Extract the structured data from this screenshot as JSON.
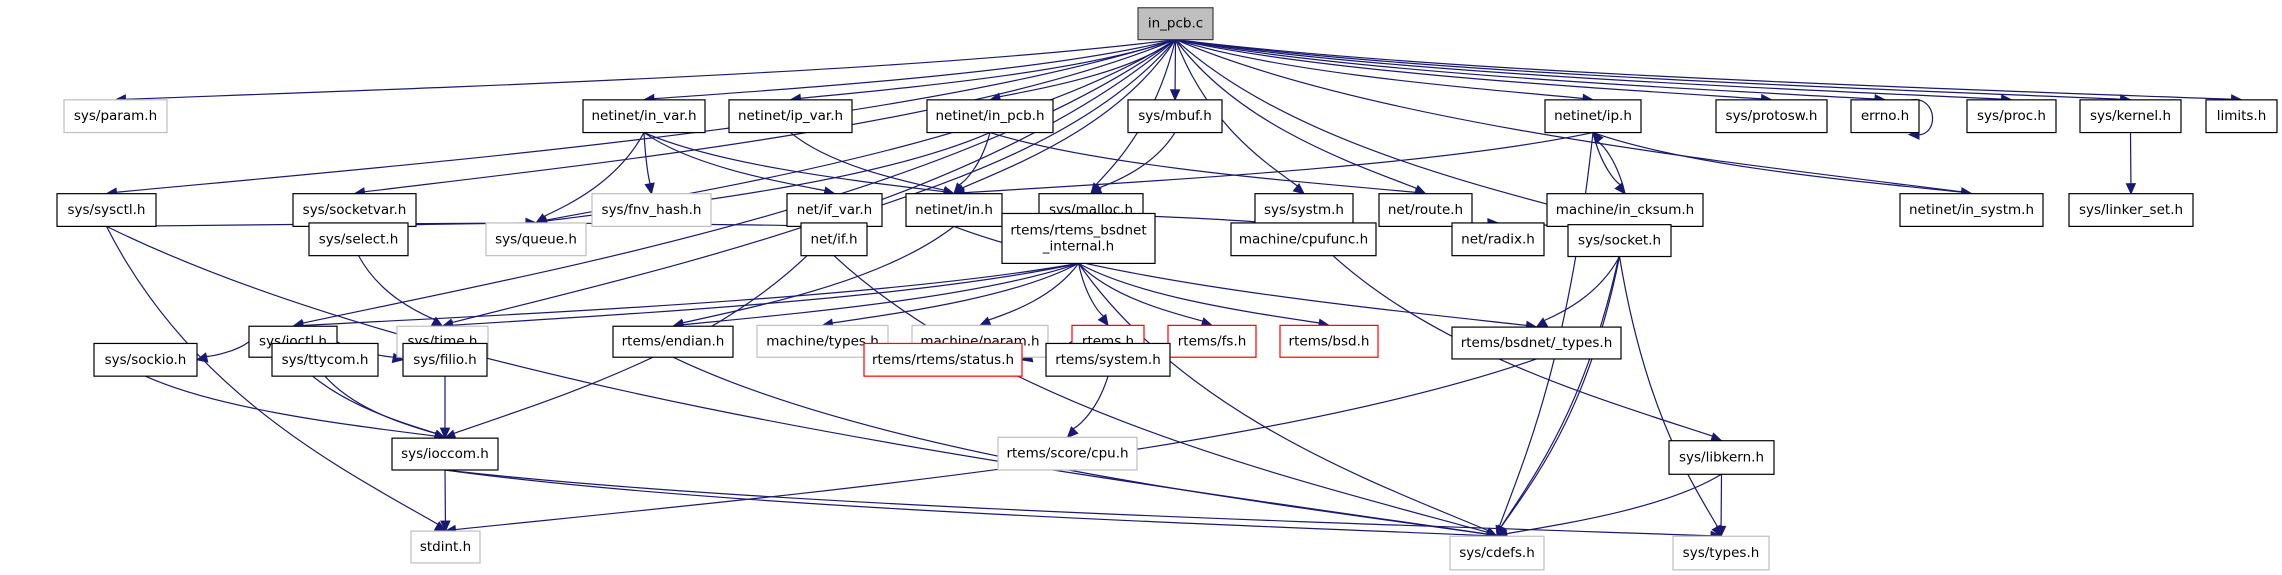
{
  "title": "in_pcb.c include dependency graph",
  "colors": {
    "edge": "#191970",
    "root_fill": "#bfbfbf",
    "root_border": "#404040",
    "documented_border": "#000000",
    "undocumented_border": "#bfbfbf",
    "missing_border": "#ff0000",
    "node_fill": "#ffffff"
  },
  "nodes": [
    {
      "id": "in_pcb_c",
      "label": "in_pcb.c",
      "kind": "root"
    },
    {
      "id": "sys_param",
      "label": "sys/param.h",
      "kind": "undocumented"
    },
    {
      "id": "netinet_in_var",
      "label": "netinet/in_var.h",
      "kind": "documented"
    },
    {
      "id": "netinet_ip_var",
      "label": "netinet/ip_var.h",
      "kind": "documented"
    },
    {
      "id": "netinet_in_pcb",
      "label": "netinet/in_pcb.h",
      "kind": "documented"
    },
    {
      "id": "sys_mbuf",
      "label": "sys/mbuf.h",
      "kind": "documented"
    },
    {
      "id": "netinet_ip",
      "label": "netinet/ip.h",
      "kind": "documented"
    },
    {
      "id": "sys_protosw",
      "label": "sys/protosw.h",
      "kind": "documented"
    },
    {
      "id": "errno",
      "label": "errno.h",
      "kind": "documented"
    },
    {
      "id": "sys_proc",
      "label": "sys/proc.h",
      "kind": "documented"
    },
    {
      "id": "sys_kernel",
      "label": "sys/kernel.h",
      "kind": "documented"
    },
    {
      "id": "limits",
      "label": "limits.h",
      "kind": "documented"
    },
    {
      "id": "sys_sysctl",
      "label": "sys/sysctl.h",
      "kind": "documented"
    },
    {
      "id": "sys_socketvar",
      "label": "sys/socketvar.h",
      "kind": "documented"
    },
    {
      "id": "sys_fnv_hash",
      "label": "sys/fnv_hash.h",
      "kind": "undocumented"
    },
    {
      "id": "net_if_var",
      "label": "net/if_var.h",
      "kind": "documented"
    },
    {
      "id": "netinet_in",
      "label": "netinet/in.h",
      "kind": "documented"
    },
    {
      "id": "sys_malloc",
      "label": "sys/malloc.h",
      "kind": "documented"
    },
    {
      "id": "sys_systm",
      "label": "sys/systm.h",
      "kind": "documented"
    },
    {
      "id": "net_route",
      "label": "net/route.h",
      "kind": "documented"
    },
    {
      "id": "machine_in_cksum",
      "label": "machine/in_cksum.h",
      "kind": "documented"
    },
    {
      "id": "netinet_in_systm",
      "label": "netinet/in_systm.h",
      "kind": "documented"
    },
    {
      "id": "sys_linker_set",
      "label": "sys/linker_set.h",
      "kind": "documented"
    },
    {
      "id": "sys_select",
      "label": "sys/select.h",
      "kind": "documented"
    },
    {
      "id": "sys_queue",
      "label": "sys/queue.h",
      "kind": "undocumented"
    },
    {
      "id": "net_if",
      "label": "net/if.h",
      "kind": "documented"
    },
    {
      "id": "rtems_bsdnet_internal",
      "label": "rtems/rtems_bsdnet\n_internal.h",
      "kind": "documented"
    },
    {
      "id": "machine_cpufunc",
      "label": "machine/cpufunc.h",
      "kind": "documented"
    },
    {
      "id": "net_radix",
      "label": "net/radix.h",
      "kind": "documented"
    },
    {
      "id": "sys_socket",
      "label": "sys/socket.h",
      "kind": "documented"
    },
    {
      "id": "sys_ioctl",
      "label": "sys/ioctl.h",
      "kind": "documented"
    },
    {
      "id": "sys_time",
      "label": "sys/time.h",
      "kind": "undocumented"
    },
    {
      "id": "rtems_endian",
      "label": "rtems/endian.h",
      "kind": "documented"
    },
    {
      "id": "machine_types",
      "label": "machine/types.h",
      "kind": "undocumented"
    },
    {
      "id": "machine_param",
      "label": "machine/param.h",
      "kind": "undocumented"
    },
    {
      "id": "rtems_h",
      "label": "rtems.h",
      "kind": "missing"
    },
    {
      "id": "rtems_fs",
      "label": "rtems/fs.h",
      "kind": "missing"
    },
    {
      "id": "rtems_bsd",
      "label": "rtems/bsd.h",
      "kind": "missing"
    },
    {
      "id": "rtems_bsdnet_types",
      "label": "rtems/bsdnet/_types.h",
      "kind": "documented"
    },
    {
      "id": "sys_sockio",
      "label": "sys/sockio.h",
      "kind": "documented"
    },
    {
      "id": "sys_ttycom",
      "label": "sys/ttycom.h",
      "kind": "documented"
    },
    {
      "id": "sys_filio",
      "label": "sys/filio.h",
      "kind": "documented"
    },
    {
      "id": "rtems_rtems_status",
      "label": "rtems/rtems/status.h",
      "kind": "missing"
    },
    {
      "id": "rtems_system",
      "label": "rtems/system.h",
      "kind": "documented"
    },
    {
      "id": "sys_ioccom",
      "label": "sys/ioccom.h",
      "kind": "documented"
    },
    {
      "id": "rtems_score_cpu",
      "label": "rtems/score/cpu.h",
      "kind": "undocumented"
    },
    {
      "id": "sys_libkern",
      "label": "sys/libkern.h",
      "kind": "documented"
    },
    {
      "id": "stdint",
      "label": "stdint.h",
      "kind": "undocumented"
    },
    {
      "id": "sys_cdefs",
      "label": "sys/cdefs.h",
      "kind": "undocumented"
    },
    {
      "id": "sys_types",
      "label": "sys/types.h",
      "kind": "undocumented"
    }
  ],
  "edges": [
    [
      "in_pcb_c",
      "sys_param"
    ],
    [
      "in_pcb_c",
      "sys_sysctl"
    ],
    [
      "in_pcb_c",
      "sys_socketvar"
    ],
    [
      "in_pcb_c",
      "sys_ioctl"
    ],
    [
      "in_pcb_c",
      "sys_queue"
    ],
    [
      "in_pcb_c",
      "sys_time"
    ],
    [
      "in_pcb_c",
      "netinet_in_var"
    ],
    [
      "in_pcb_c",
      "netinet_ip_var"
    ],
    [
      "in_pcb_c",
      "netinet_in"
    ],
    [
      "in_pcb_c",
      "netinet_in_pcb"
    ],
    [
      "in_pcb_c",
      "sys_malloc"
    ],
    [
      "in_pcb_c",
      "sys_mbuf"
    ],
    [
      "in_pcb_c",
      "net_if"
    ],
    [
      "in_pcb_c",
      "sys_systm"
    ],
    [
      "in_pcb_c",
      "net_route"
    ],
    [
      "in_pcb_c",
      "sys_socket"
    ],
    [
      "in_pcb_c",
      "netinet_ip"
    ],
    [
      "in_pcb_c",
      "netinet_in_systm"
    ],
    [
      "in_pcb_c",
      "sys_protosw"
    ],
    [
      "in_pcb_c",
      "errno"
    ],
    [
      "in_pcb_c",
      "sys_proc"
    ],
    [
      "in_pcb_c",
      "sys_kernel"
    ],
    [
      "in_pcb_c",
      "limits"
    ],
    [
      "errno",
      "errno"
    ],
    [
      "sys_sysctl",
      "sys_queue"
    ],
    [
      "sys_sysctl",
      "stdint"
    ],
    [
      "sys_sysctl",
      "sys_cdefs"
    ],
    [
      "sys_socketvar",
      "sys_select"
    ],
    [
      "sys_socketvar",
      "sys_queue"
    ],
    [
      "sys_select",
      "sys_time"
    ],
    [
      "netinet_in_var",
      "sys_fnv_hash"
    ],
    [
      "netinet_in_var",
      "sys_queue"
    ],
    [
      "netinet_in_var",
      "net_if_var"
    ],
    [
      "netinet_in_var",
      "netinet_in"
    ],
    [
      "netinet_ip_var",
      "netinet_in"
    ],
    [
      "netinet_in_pcb",
      "netinet_in"
    ],
    [
      "netinet_in_pcb",
      "sys_queue"
    ],
    [
      "netinet_in_pcb",
      "net_route"
    ],
    [
      "sys_mbuf",
      "sys_malloc"
    ],
    [
      "net_if_var",
      "sys_queue"
    ],
    [
      "net_if_var",
      "net_if"
    ],
    [
      "net_if_var",
      "sys_ioccom"
    ],
    [
      "netinet_in",
      "rtems_endian"
    ],
    [
      "netinet_in",
      "rtems_bsdnet_types"
    ],
    [
      "sys_malloc",
      "rtems_bsdnet_internal"
    ],
    [
      "sys_systm",
      "rtems_bsdnet_internal"
    ],
    [
      "sys_systm",
      "machine_cpufunc"
    ],
    [
      "sys_systm",
      "sys_libkern"
    ],
    [
      "net_route",
      "net_radix"
    ],
    [
      "net_route",
      "sys_socket"
    ],
    [
      "netinet_ip",
      "netinet_in"
    ],
    [
      "netinet_ip",
      "machine_in_cksum"
    ],
    [
      "netinet_ip",
      "netinet_in_systm"
    ],
    [
      "netinet_ip",
      "sys_cdefs"
    ],
    [
      "machine_in_cksum",
      "netinet_ip"
    ],
    [
      "machine_in_cksum",
      "sys_cdefs"
    ],
    [
      "sys_kernel",
      "sys_linker_set"
    ],
    [
      "net_if",
      "sys_cdefs"
    ],
    [
      "rtems_bsdnet_internal",
      "sys_ioctl"
    ],
    [
      "rtems_bsdnet_internal",
      "sys_time"
    ],
    [
      "rtems_bsdnet_internal",
      "rtems_endian"
    ],
    [
      "rtems_bsdnet_internal",
      "machine_types"
    ],
    [
      "rtems_bsdnet_internal",
      "machine_param"
    ],
    [
      "rtems_bsdnet_internal",
      "rtems_h"
    ],
    [
      "rtems_bsdnet_internal",
      "rtems_fs"
    ],
    [
      "rtems_bsdnet_internal",
      "rtems_bsd"
    ],
    [
      "rtems_bsdnet_internal",
      "sys_cdefs"
    ],
    [
      "sys_socket",
      "rtems_bsdnet_types"
    ],
    [
      "sys_socket",
      "sys_cdefs"
    ],
    [
      "sys_socket",
      "sys_types"
    ],
    [
      "sys_ioctl",
      "sys_sockio"
    ],
    [
      "sys_ioctl",
      "sys_ttycom"
    ],
    [
      "sys_ioctl",
      "sys_filio"
    ],
    [
      "sys_ioctl",
      "sys_ioccom"
    ],
    [
      "sys_sockio",
      "sys_ioccom"
    ],
    [
      "sys_ttycom",
      "sys_ioccom"
    ],
    [
      "sys_filio",
      "sys_ioccom"
    ],
    [
      "rtems_endian",
      "sys_cdefs"
    ],
    [
      "rtems_h",
      "rtems_rtems_status"
    ],
    [
      "rtems_h",
      "rtems_system"
    ],
    [
      "rtems_system",
      "rtems_score_cpu"
    ],
    [
      "rtems_bsdnet_types",
      "stdint"
    ],
    [
      "sys_ioccom",
      "stdint"
    ],
    [
      "sys_ioccom",
      "sys_cdefs"
    ],
    [
      "sys_ioccom",
      "sys_types"
    ],
    [
      "sys_libkern",
      "sys_cdefs"
    ],
    [
      "sys_libkern",
      "sys_types"
    ]
  ]
}
